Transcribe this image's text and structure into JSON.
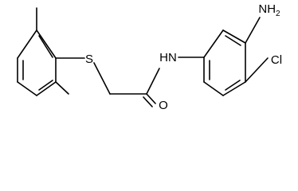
{
  "molecule": {
    "atoms": {
      "sulfur": "S",
      "nitrogen_h": "HN",
      "oxygen": "O",
      "amine_n": "NH",
      "amine_sub": "2",
      "chlorine": "Cl"
    }
  }
}
